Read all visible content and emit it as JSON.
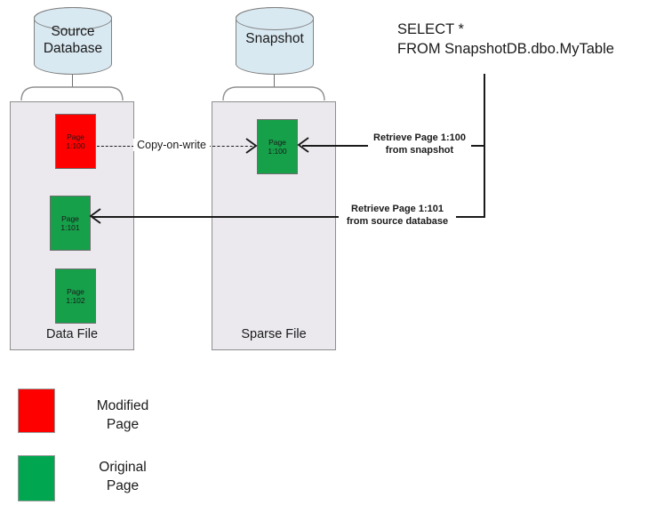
{
  "diagram": {
    "title": "SQL Server Database Snapshot Copy-on-Write",
    "source_cylinder": {
      "label_line1": "Source",
      "label_line2": "Database",
      "fill": "#d9e9f2"
    },
    "snapshot_cylinder": {
      "label_line1": "Snapshot",
      "label_line2": "",
      "fill": "#d9e9f2"
    },
    "data_file": {
      "label": "Data File",
      "fill": "#ebe9ee",
      "pages": [
        {
          "line1": "Page",
          "line2": "1:100",
          "state": "modified",
          "fill": "#ff0000"
        },
        {
          "line1": "Page",
          "line2": "1:101",
          "state": "original",
          "fill": "#16a04a"
        },
        {
          "line1": "Page",
          "line2": "1:102",
          "state": "original",
          "fill": "#16a04a"
        }
      ]
    },
    "sparse_file": {
      "label": "Sparse File",
      "fill": "#ebe9ee",
      "pages": [
        {
          "line1": "Page",
          "line2": "1:100",
          "state": "original",
          "fill": "#16a04a"
        }
      ]
    },
    "connectors": {
      "copy_on_write": "Copy-on-write",
      "retrieve_snapshot_line1": "Retrieve Page 1:100",
      "retrieve_snapshot_line2": "from snapshot",
      "retrieve_source_line1": "Retrieve Page 1:101",
      "retrieve_source_line2": "from source database"
    },
    "query": {
      "line1": "SELECT *",
      "line2": "FROM SnapshotDB.dbo.MyTable"
    },
    "legend": [
      {
        "label_line1": "Modified",
        "label_line2": "Page",
        "fill": "#ff0000"
      },
      {
        "label_line1": "Original",
        "label_line2": "Page",
        "fill": "#00a650"
      }
    ]
  }
}
